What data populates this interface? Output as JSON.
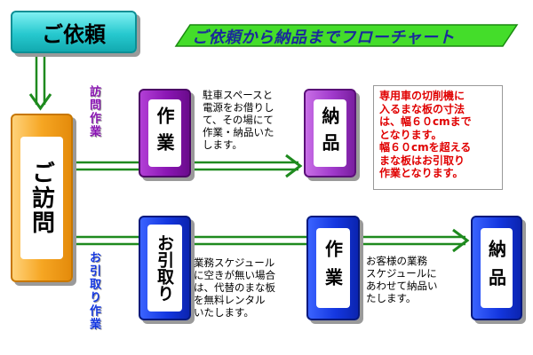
{
  "nodes": {
    "request": "ご依頼",
    "visit": "ご訪問",
    "work_top": "作業",
    "deliver_top": "納品",
    "pickup": "お引取り",
    "work_bottom": "作業",
    "deliver_bottom": "納品"
  },
  "title": "ご依頼から納品までフローチャート",
  "branch_labels": {
    "onsite": "訪問作業",
    "pickup": "お引取り作業"
  },
  "notes": {
    "onsite": "駐車スペースと\n電源をお借りし\nて、その場にて\n作業・納品いた\nします。",
    "pickup": "業務スケジュール\nに空きが無い場合\nは、代替のまな板\nを無料レンタル\nいたします。",
    "bottom_right": "お客様の業務\nスケジュールに\nあわせて納品い\nたします。"
  },
  "callout": "専用車の切削機に\n入るまな板の寸法\nは、幅６０cmまで\nとなります。\n幅６０cmを超える\nまな板はお引取り\n作業となります。",
  "colors": {
    "arrow": "#1e8a1e",
    "request_box": "#27c9cf",
    "visit_box": "#f6a623",
    "onsite_box": "#8a16b3",
    "pickup_box": "#1437e0",
    "callout_text": "#e00000",
    "title_text": "#1a2a9a",
    "branch_onsite_text": "#8a16b3",
    "branch_pickup_text": "#1437e0"
  }
}
